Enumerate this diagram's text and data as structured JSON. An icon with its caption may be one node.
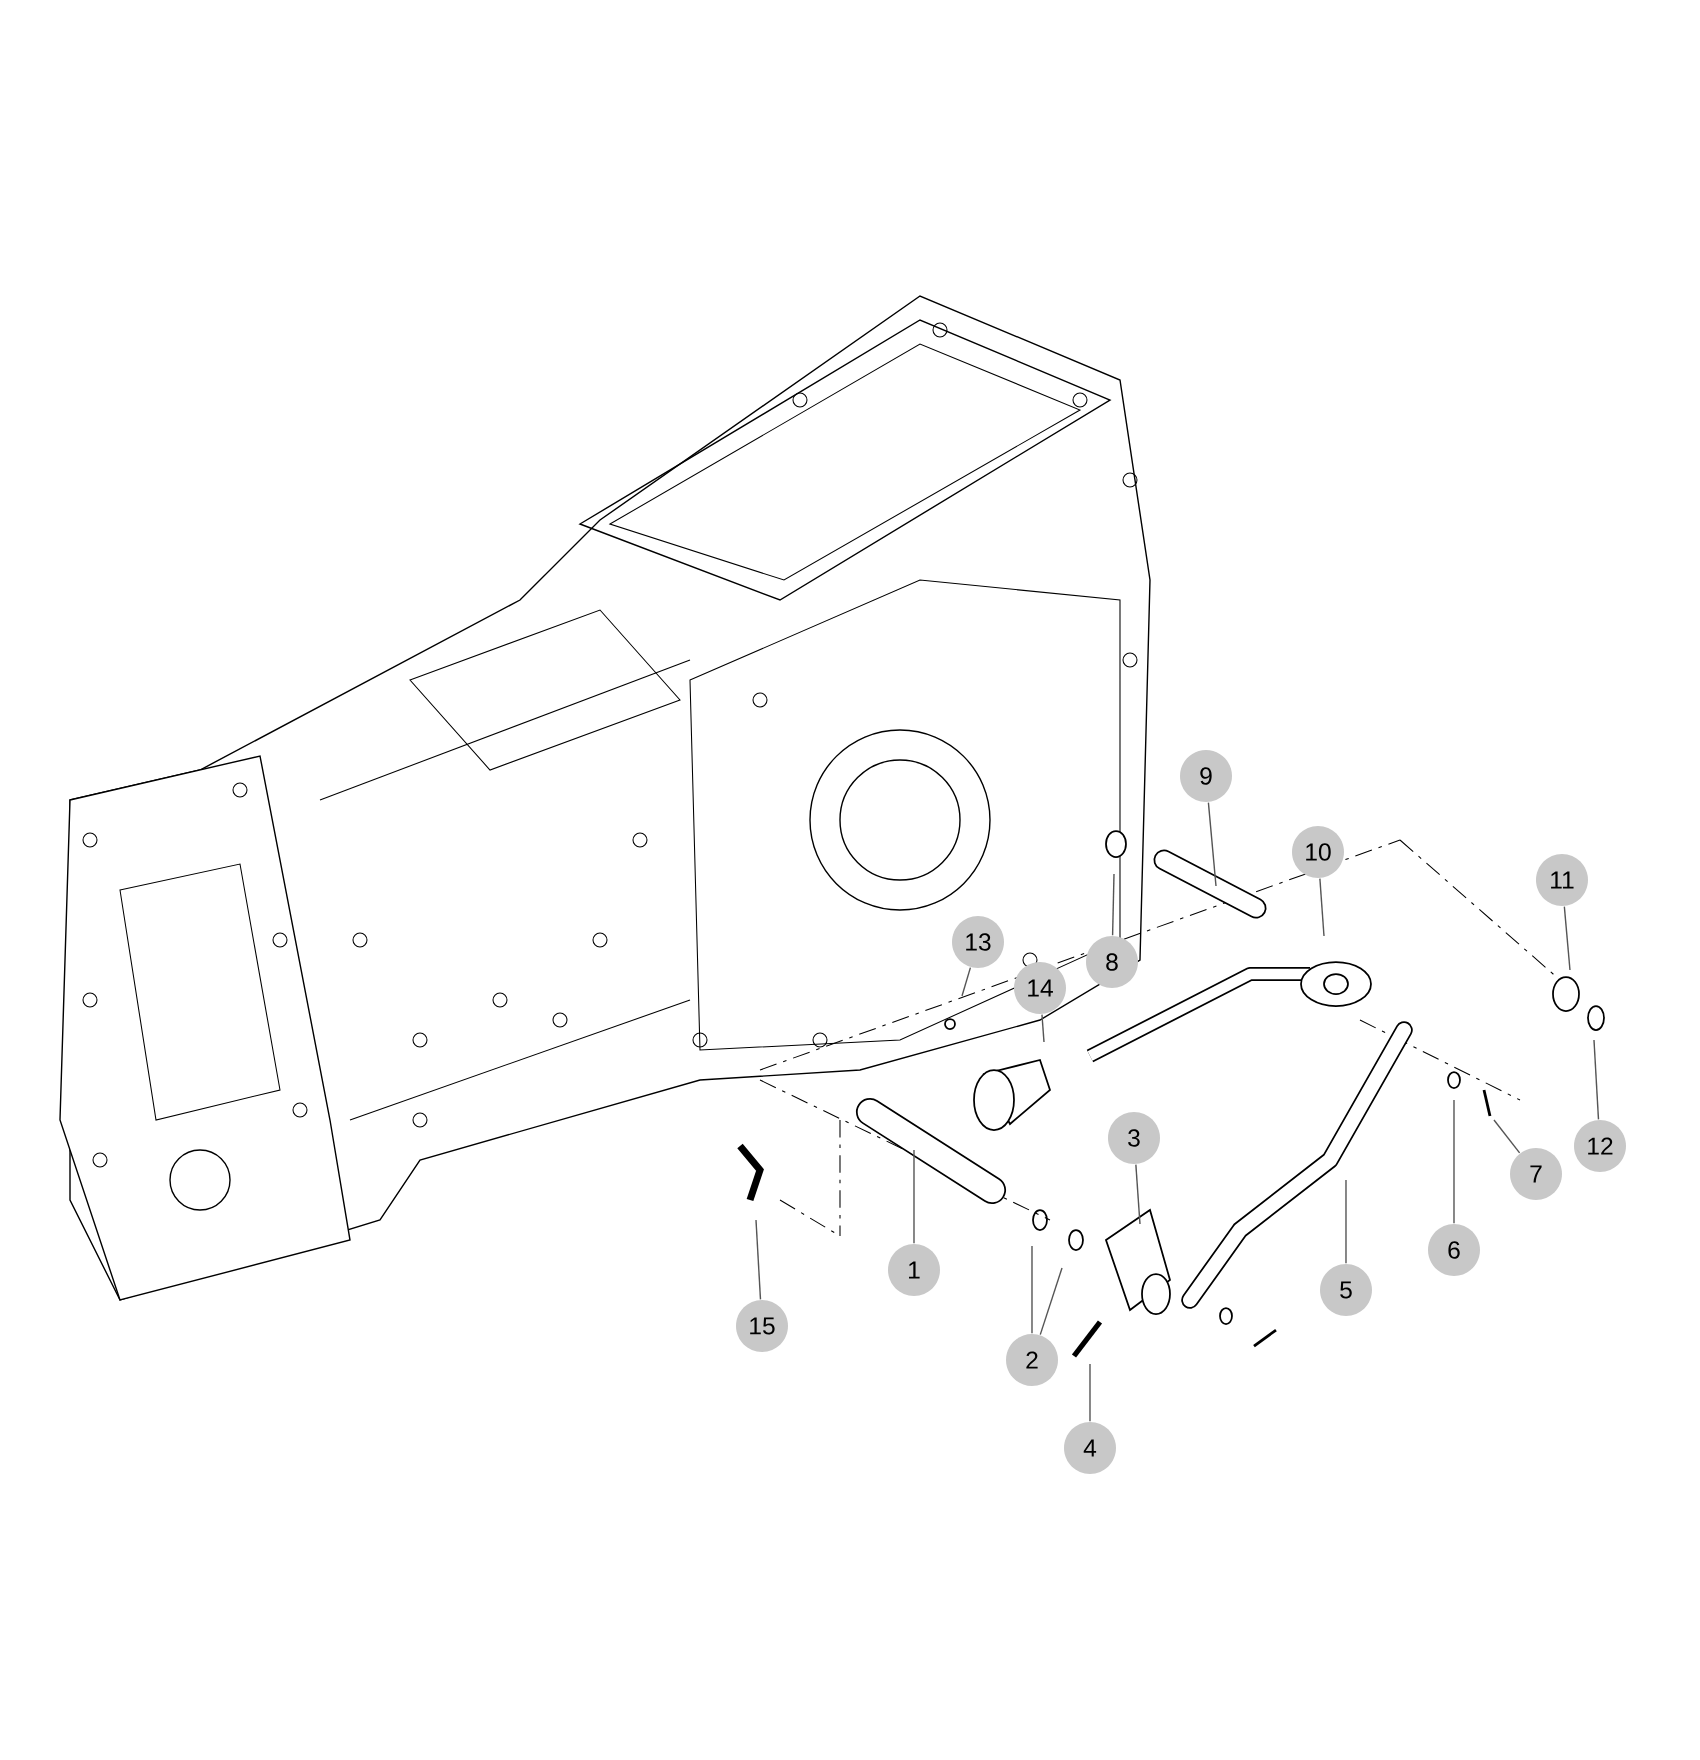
{
  "diagram": {
    "nodes": [
      {
        "text": [
          "9"
        ]
      },
      {
        "text": [
          "10"
        ]
      },
      {
        "text": [
          "11"
        ]
      },
      {
        "text": [
          "13"
        ]
      },
      {
        "text": [
          "8"
        ]
      },
      {
        "text": [
          "14"
        ]
      },
      {
        "text": [
          "3"
        ]
      },
      {
        "text": [
          "12"
        ]
      },
      {
        "text": [
          "7"
        ]
      },
      {
        "text": [
          "6"
        ]
      },
      {
        "text": [
          "1"
        ]
      },
      {
        "text": [
          "5"
        ]
      },
      {
        "text": [
          "15"
        ]
      },
      {
        "text": [
          "2"
        ]
      },
      {
        "text": [
          "4"
        ]
      }
    ],
    "edges": [
      {
        "from": 0,
        "to": null,
        "arrow": "none"
      },
      {
        "from": 1,
        "to": null,
        "arrow": "none"
      },
      {
        "from": 2,
        "to": null,
        "arrow": "none"
      },
      {
        "from": 3,
        "to": null,
        "arrow": "none"
      },
      {
        "from": 4,
        "to": null,
        "arrow": "none"
      },
      {
        "from": 5,
        "to": null,
        "arrow": "none"
      },
      {
        "from": 6,
        "to": null,
        "arrow": "none"
      },
      {
        "from": 7,
        "to": null,
        "arrow": "none"
      },
      {
        "from": 8,
        "to": null,
        "arrow": "none"
      },
      {
        "from": 9,
        "to": null,
        "arrow": "none"
      },
      {
        "from": 10,
        "to": null,
        "arrow": "none"
      },
      {
        "from": 11,
        "to": null,
        "arrow": "none"
      },
      {
        "from": 12,
        "to": null,
        "arrow": "none"
      },
      {
        "from": 13,
        "to": null,
        "arrow": "none"
      },
      {
        "from": 13,
        "to": null,
        "arrow": "none"
      },
      {
        "from": 14,
        "to": null,
        "arrow": "none"
      }
    ]
  }
}
